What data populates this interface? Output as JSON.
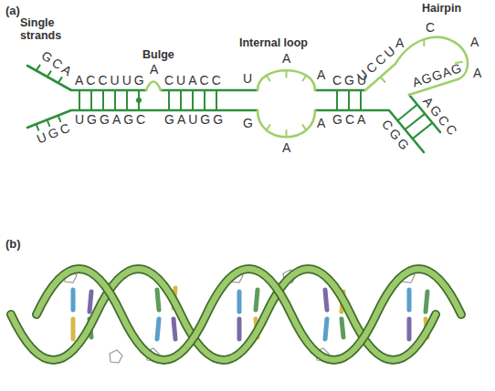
{
  "diagram": {
    "labels": [
      "(a)",
      "Hairpin",
      "Single strands",
      "Bulge",
      "Internal loop",
      "GCA",
      "ACCUUG",
      "A",
      "CUACC",
      "U",
      "A",
      "A",
      "CGU",
      "UCCU",
      "A",
      "C",
      "A",
      "A",
      "AGGAG",
      "AGCC",
      "UGC",
      "UGGAGC",
      "GAUGG",
      "G",
      "A",
      "A",
      "GCA",
      "CGG",
      "(b)"
    ]
  }
}
